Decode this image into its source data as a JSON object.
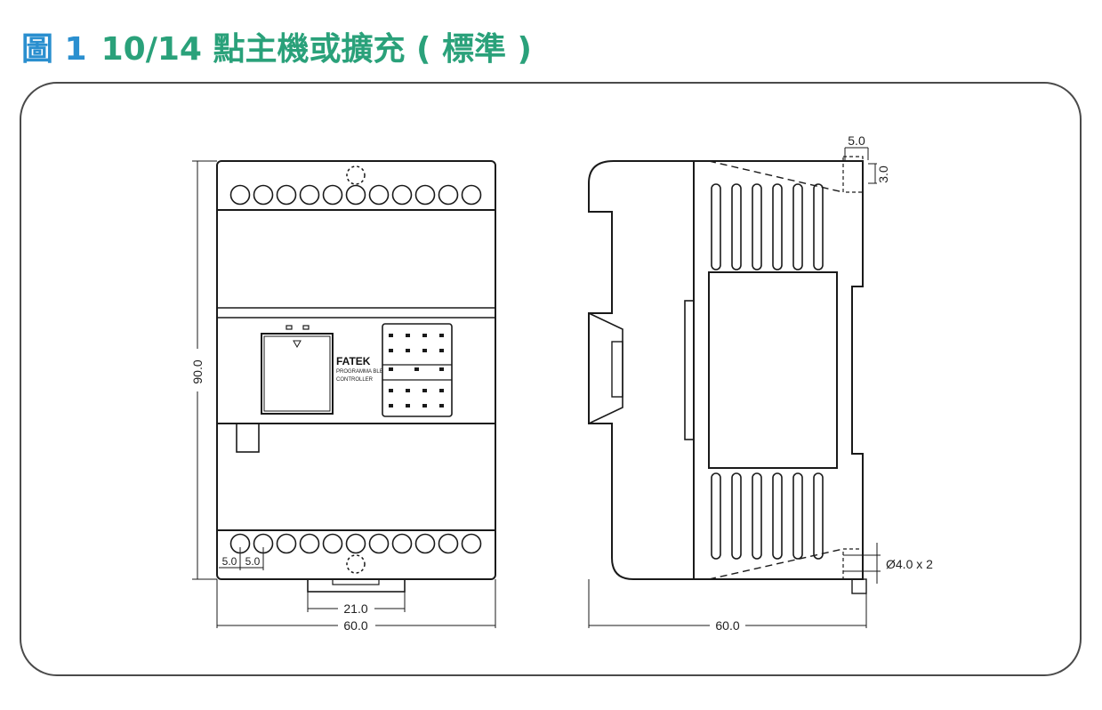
{
  "figure": {
    "number_label": "圖 1",
    "title": "10/14 點主機或擴充 ( 標準 )"
  },
  "colors": {
    "figure_number": "#2a8fcf",
    "title": "#2aa17a",
    "line": "#1a1a1a",
    "frame_border": "#4a4a4a"
  },
  "front_view": {
    "brand": "FATEK",
    "subtitle_line1": "PROGRAMMA BLE",
    "subtitle_line2": "CONTROLLER",
    "terminal_count_per_row": 11,
    "dimensions": {
      "height": "90.0",
      "width": "60.0",
      "rail_clip": "21.0",
      "terminal_pitch_1": "5.0",
      "terminal_pitch_2": "5.0"
    }
  },
  "side_view": {
    "dimensions": {
      "width": "60.0",
      "top_offset": "5.0",
      "top_depth": "3.0",
      "hole": "Ø4.0 x 2"
    }
  }
}
